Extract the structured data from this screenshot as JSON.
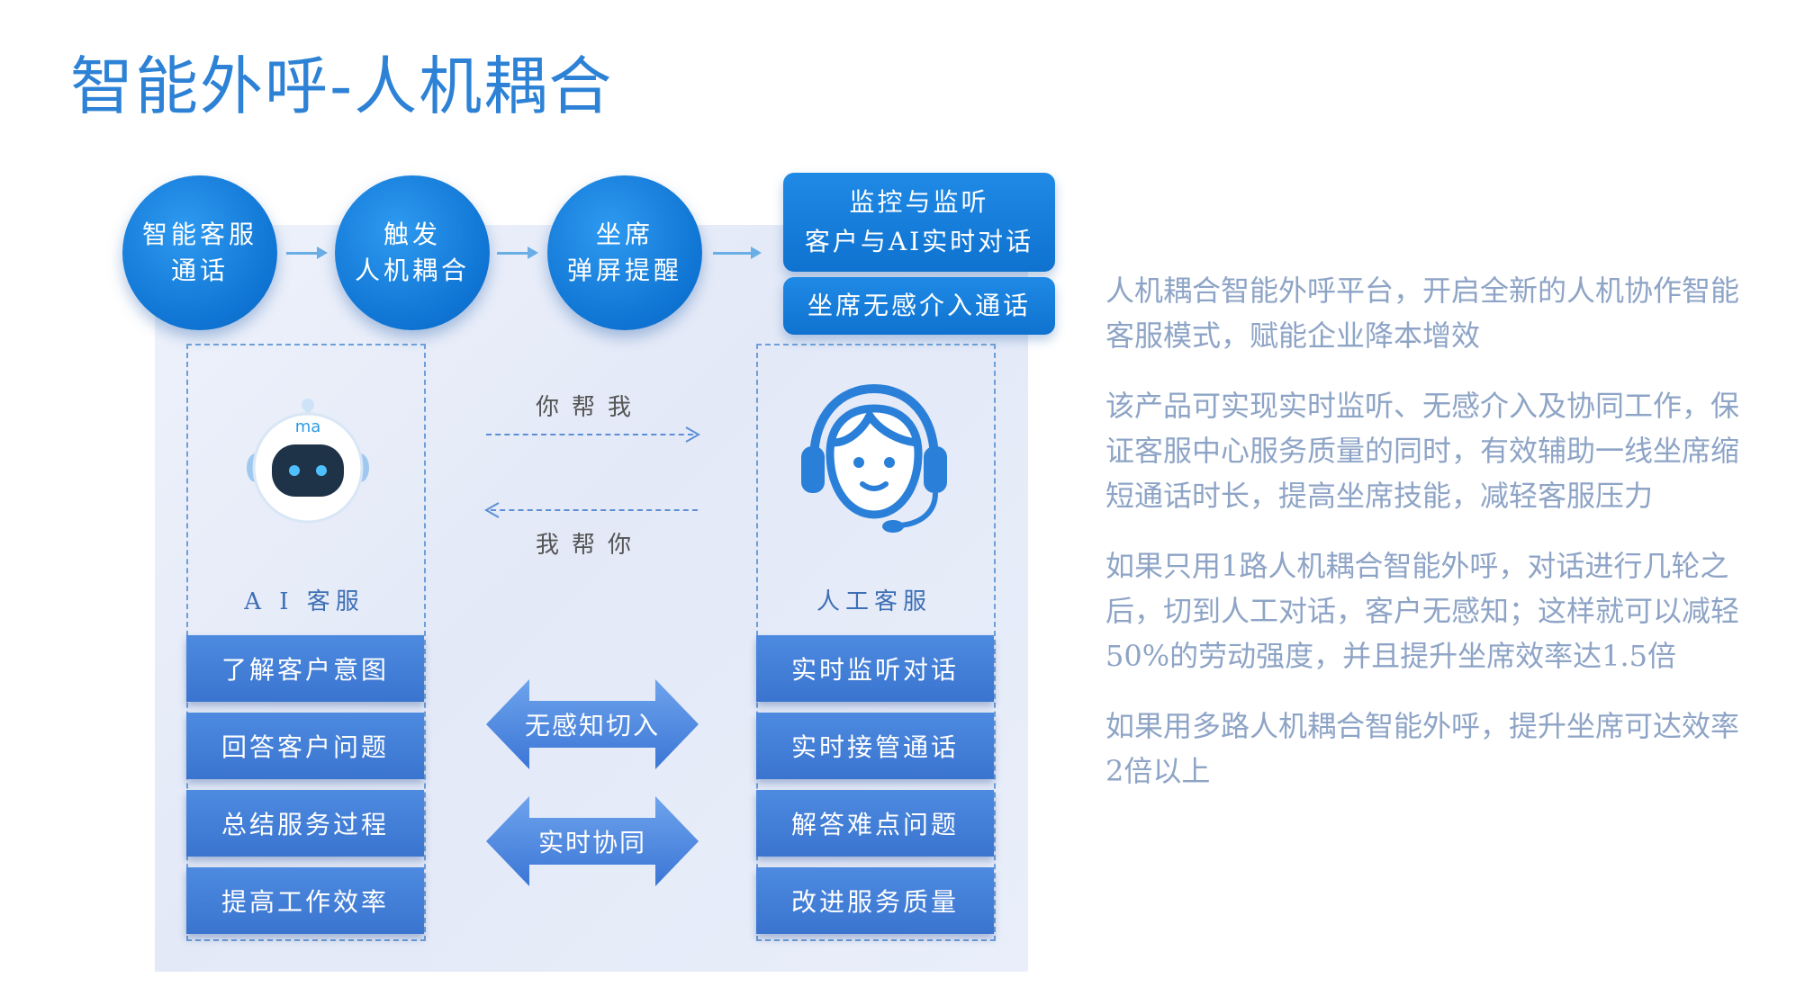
{
  "title": "智能外呼-人机耦合",
  "steps": [
    {
      "label": "智能客服\n通话"
    },
    {
      "label": "触发\n人机耦合"
    },
    {
      "label": "坐席\n弹屏提醒"
    }
  ],
  "step_box": {
    "line1": "监控与监听",
    "line2": "客户与AI实时对话",
    "intervene": "坐席无感介入通话"
  },
  "ai_column": {
    "label": "A I 客服",
    "robot_text": "ma",
    "features": [
      "了解客户意图",
      "回答客户问题",
      "总结服务过程",
      "提高工作效率"
    ]
  },
  "human_column": {
    "label": "人工客服",
    "features": [
      "实时监听对话",
      "实时接管通话",
      "解答难点问题",
      "改进服务质量"
    ]
  },
  "middle": {
    "you_help_me": "你帮我",
    "i_help_you": "我帮你",
    "switch_label": "无感知切入",
    "collab_label": "实时协同"
  },
  "description": [
    "人机耦合智能外呼平台，开启全新的人机协作智能客服模式，赋能企业降本增效",
    "该产品可实现实时监听、无感介入及协同工作，保证客服中心服务质量的同时，有效辅助一线坐席缩短通话时长，提高坐席技能，减轻客服压力",
    "如果只用1路人机耦合智能外呼，对话进行几轮之后，切到人工对话，客户无感知；这样就可以减轻50%的劳动强度，并且提升坐席效率达1.5倍",
    "如果用多路人机耦合智能外呼，提升坐席可达效率2倍以上"
  ],
  "colors": {
    "title": "#2d82d6",
    "primary": "#0f74d3",
    "feature": "#3a74cf",
    "description": "#8ea4c6"
  }
}
